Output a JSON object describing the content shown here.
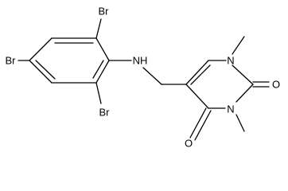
{
  "molecule": {
    "atom_labels": {
      "br_top": "Br",
      "br_left": "Br",
      "br_bottom": "Br",
      "nh": "NH",
      "n1": "N",
      "n3": "N",
      "o2": "O",
      "o4": "O"
    },
    "colors": {
      "bond": "#000000",
      "label": "#000000",
      "background": "#ffffff"
    }
  }
}
